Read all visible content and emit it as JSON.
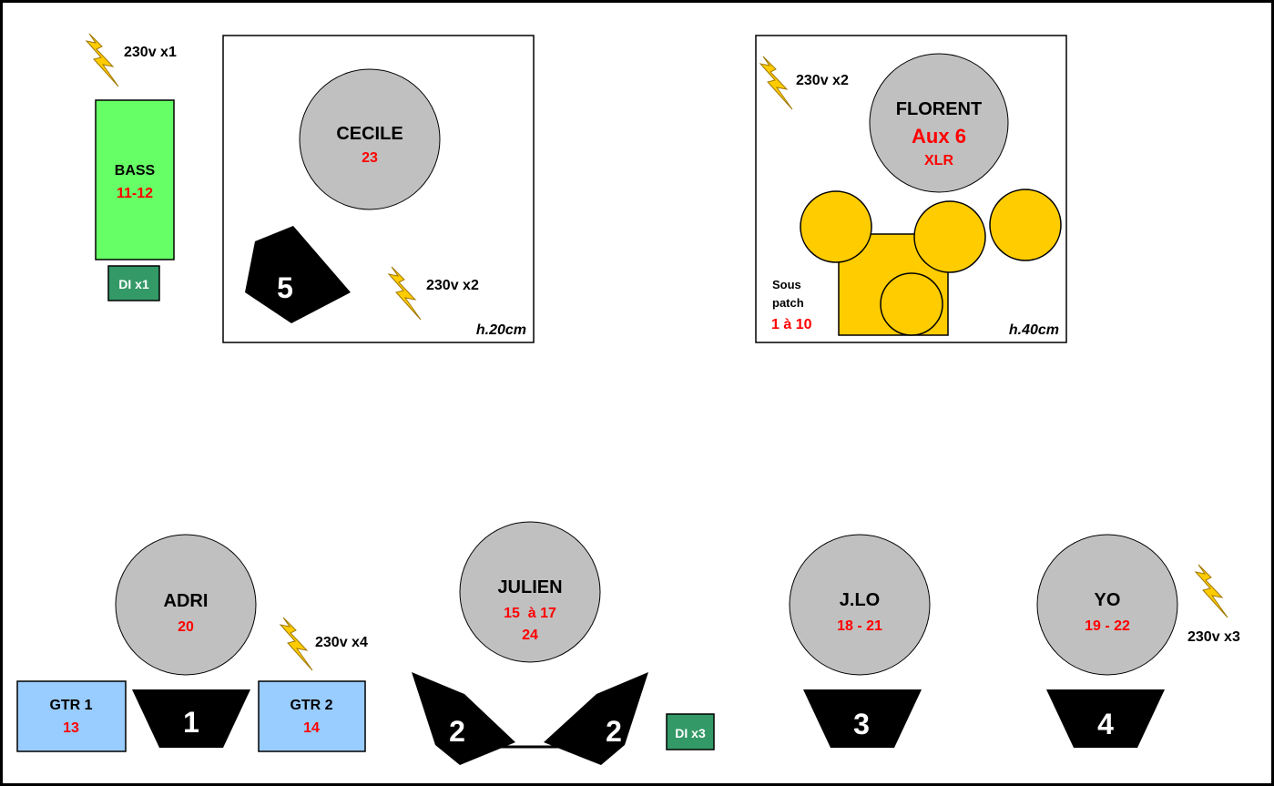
{
  "colors": {
    "musician_circle": "#c0c0c0",
    "channel_red": "#ff0000",
    "bass_amp": "#66ff66",
    "guitar_amp": "#99ccff",
    "di_box": "#339966",
    "drums": "#ffcc00",
    "power": "#ffcc00",
    "monitor": "#000000"
  },
  "power": [
    {
      "label": "230v x1"
    },
    {
      "label": "230v x2"
    },
    {
      "label": "230v x2"
    },
    {
      "label": "230v x4"
    },
    {
      "label": "230v x3"
    }
  ],
  "bass_amp": {
    "name": "BASS",
    "channels": "11-12"
  },
  "bass_di": {
    "label": "DI x1"
  },
  "riser_left": {
    "height": "h.20cm"
  },
  "riser_right": {
    "height": "h.40cm"
  },
  "musicians": {
    "cecile": {
      "name": "CECILE",
      "channels": "23"
    },
    "florent": {
      "name": "FLORENT",
      "aux": "Aux 6",
      "connector": "XLR"
    },
    "adri": {
      "name": "ADRI",
      "channels": "20"
    },
    "julien": {
      "name": "JULIEN",
      "channels_1": "15  à 17",
      "channels_2": "24"
    },
    "jlo": {
      "name": "J.LO",
      "channels": "18 - 21"
    },
    "yo": {
      "name": "YO",
      "channels": "19 - 22"
    }
  },
  "drums": {
    "sub_label_1": "Sous",
    "sub_label_2": "patch",
    "channels": "1 à 10"
  },
  "guitar_amps": [
    {
      "name": "GTR 1",
      "channel": "13"
    },
    {
      "name": "GTR 2",
      "channel": "14"
    }
  ],
  "julien_di": {
    "label": "DI x3"
  },
  "monitors": [
    {
      "number": "5"
    },
    {
      "number": "1"
    },
    {
      "number": "2"
    },
    {
      "number": "2"
    },
    {
      "number": "3"
    },
    {
      "number": "4"
    }
  ]
}
